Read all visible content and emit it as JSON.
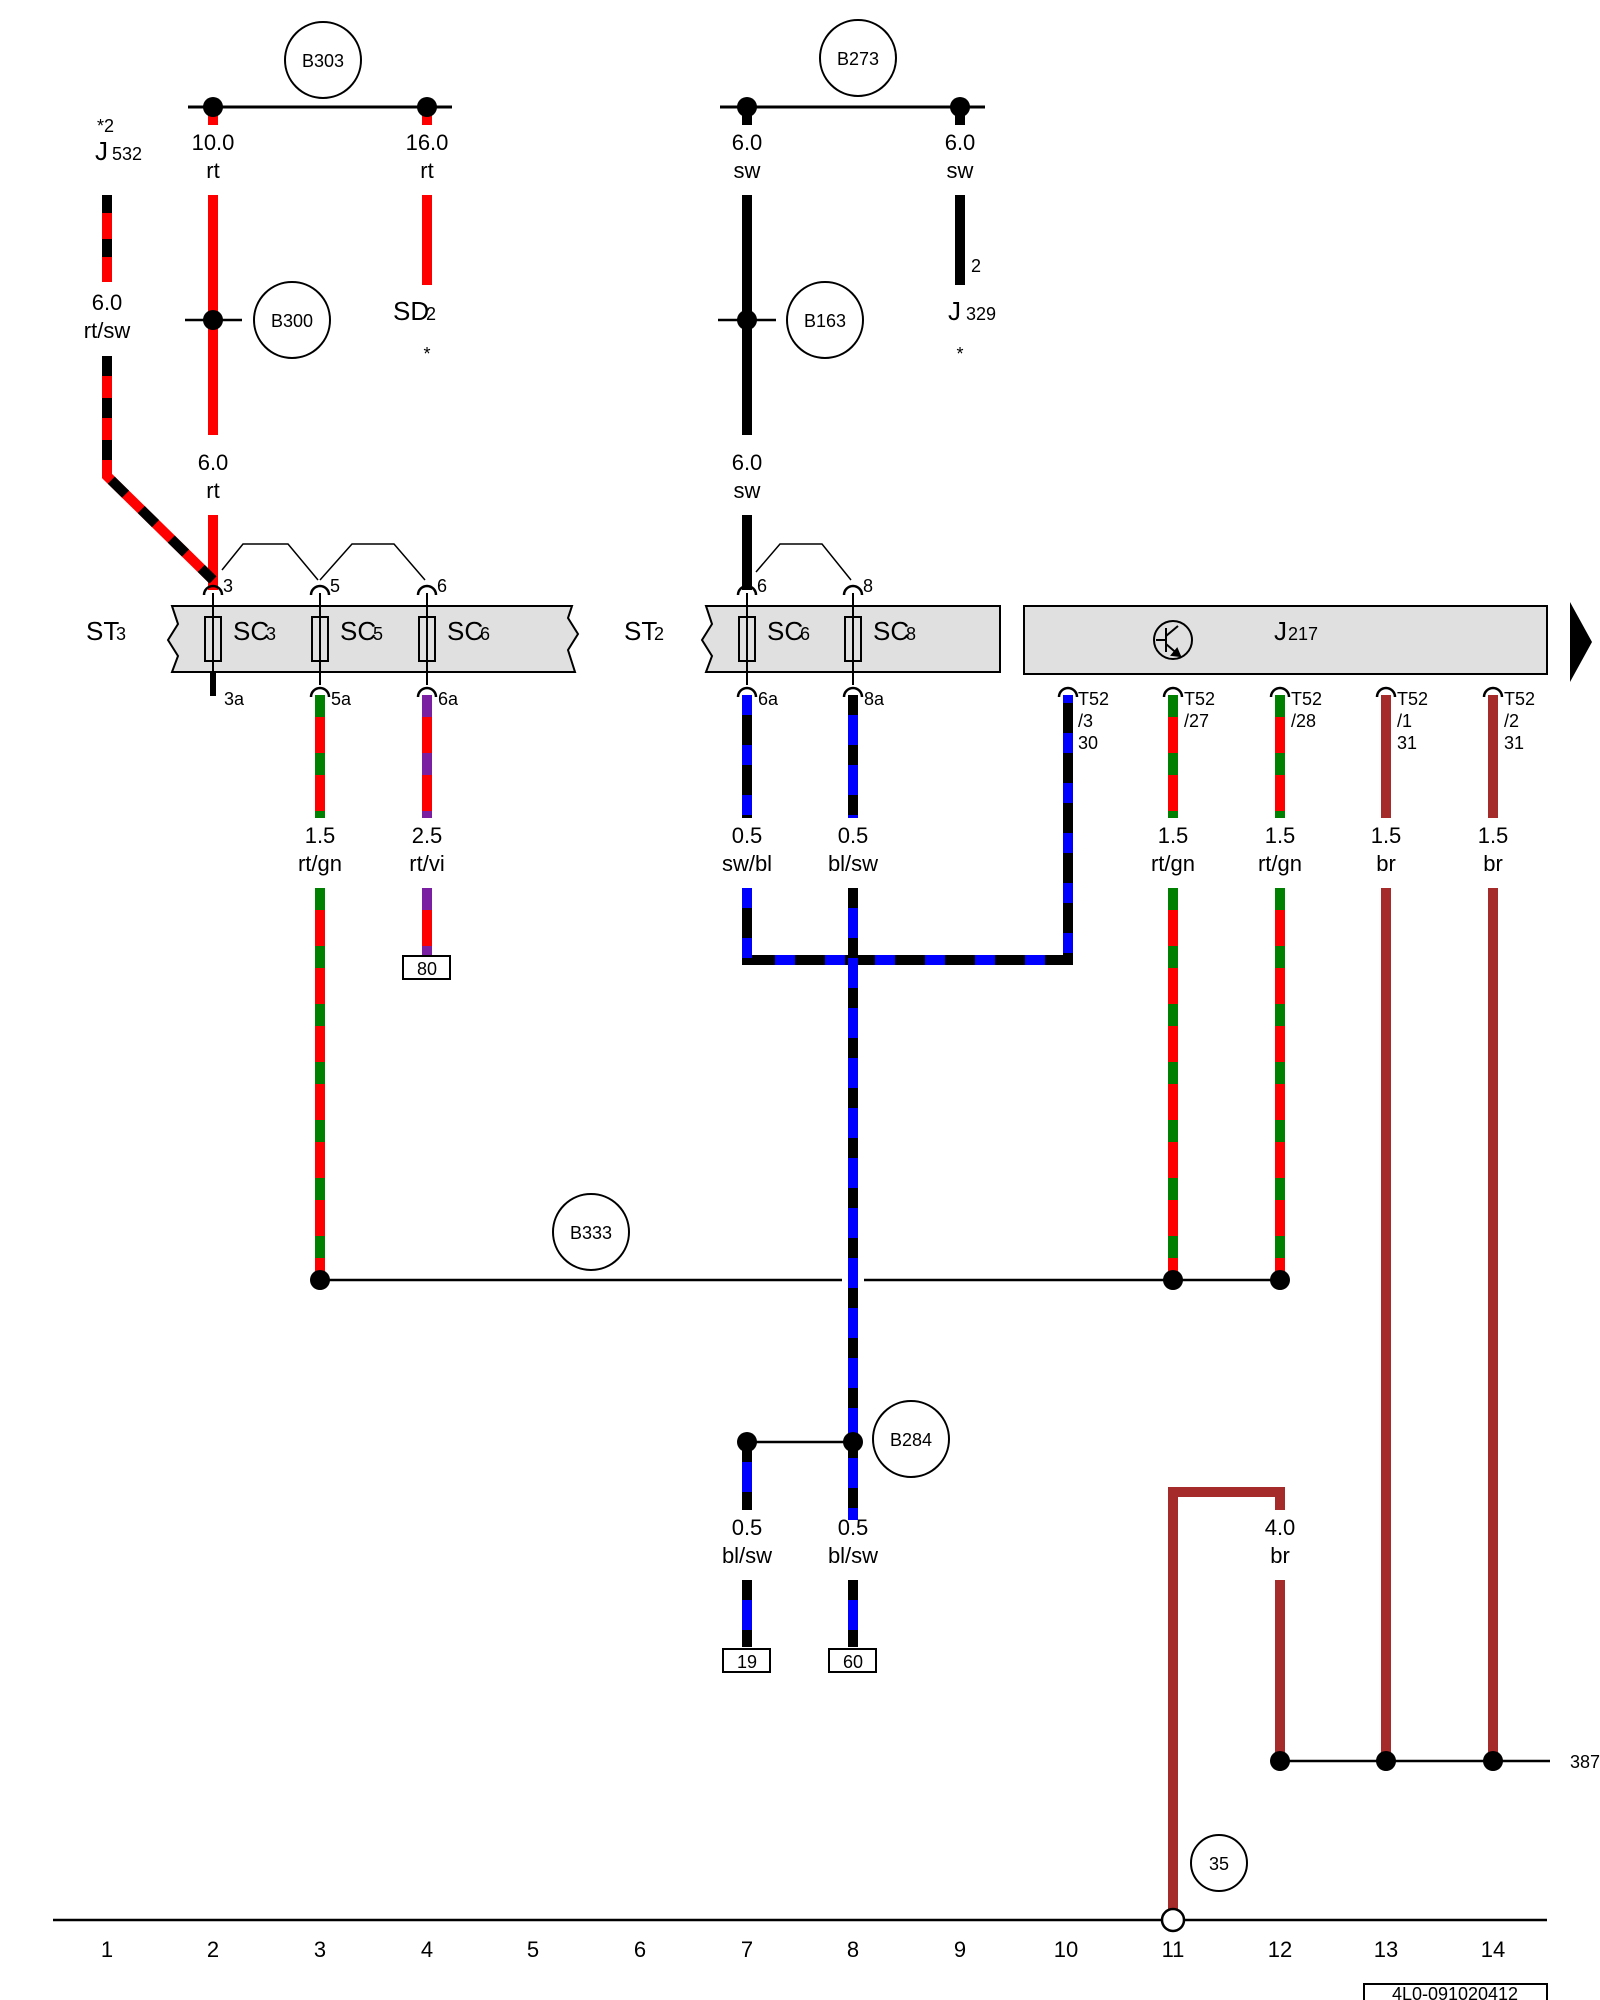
{
  "colors": {
    "rt": "#ff0000",
    "sw": "#000000",
    "bl": "#0000ff",
    "gn": "#008000",
    "vi": "#7a1fa2",
    "br": "#a52a2a",
    "module_fill": "#e0e0e0"
  },
  "diagram": {
    "doc_code": "4L0-091020412",
    "ref_387": "387"
  },
  "components": {
    "st3": {
      "name": "ST",
      "sub": "3"
    },
    "st2": {
      "name": "ST",
      "sub": "2"
    },
    "j217": {
      "name": "J",
      "sub": "217"
    },
    "j532": {
      "note": "*2",
      "name": "J",
      "sub": "532"
    },
    "sd2": {
      "name": "SD",
      "sub": "2",
      "star": "*"
    },
    "j329": {
      "name": "J",
      "sub": "329",
      "star": "*",
      "pin": "2"
    }
  },
  "fuses": [
    {
      "id": "sc3",
      "name": "SC",
      "sub": "3",
      "pin_top": "3",
      "pin_bottom": "3a"
    },
    {
      "id": "sc5",
      "name": "SC",
      "sub": "5",
      "pin_top": "5",
      "pin_bottom": "5a"
    },
    {
      "id": "sc6a",
      "name": "SC",
      "sub": "6",
      "pin_top": "6",
      "pin_bottom": "6a"
    },
    {
      "id": "sc6b",
      "name": "SC",
      "sub": "6",
      "pin_top": "6",
      "pin_bottom": "6a"
    },
    {
      "id": "sc8",
      "name": "SC",
      "sub": "8",
      "pin_top": "8",
      "pin_bottom": "8a"
    }
  ],
  "connectors_j217": [
    {
      "id": "t52-3-30",
      "lines": [
        "T52",
        "/3",
        "30"
      ]
    },
    {
      "id": "t52-27",
      "lines": [
        "T52",
        "/27"
      ]
    },
    {
      "id": "t52-28",
      "lines": [
        "T52",
        "/28"
      ]
    },
    {
      "id": "t52-1-31",
      "lines": [
        "T52",
        "/1",
        "31"
      ]
    },
    {
      "id": "t52-2-31",
      "lines": [
        "T52",
        "/2",
        "31"
      ]
    }
  ],
  "nodes": [
    "B303",
    "B273",
    "B300",
    "B163",
    "B333",
    "B284",
    "35"
  ],
  "wires": [
    {
      "id": "w-b303-1",
      "size": "10.0",
      "color": "rt"
    },
    {
      "id": "w-b303-2",
      "size": "16.0",
      "color": "rt"
    },
    {
      "id": "w-b273-1",
      "size": "6.0",
      "color": "sw"
    },
    {
      "id": "w-b273-2",
      "size": "6.0",
      "color": "sw"
    },
    {
      "id": "w-j532",
      "size": "6.0",
      "color": "rt/sw"
    },
    {
      "id": "w-rt-6",
      "size": "6.0",
      "color": "rt"
    },
    {
      "id": "w-sw-6",
      "size": "6.0",
      "color": "sw"
    },
    {
      "id": "w-sc5",
      "size": "1.5",
      "color": "rt/gn"
    },
    {
      "id": "w-sc6",
      "size": "2.5",
      "color": "rt/vi"
    },
    {
      "id": "w-sc6b",
      "size": "0.5",
      "color": "sw/bl"
    },
    {
      "id": "w-sc8",
      "size": "0.5",
      "color": "bl/sw"
    },
    {
      "id": "w-t27",
      "size": "1.5",
      "color": "rt/gn"
    },
    {
      "id": "w-t28",
      "size": "1.5",
      "color": "rt/gn"
    },
    {
      "id": "w-t1",
      "size": "1.5",
      "color": "br"
    },
    {
      "id": "w-t2",
      "size": "1.5",
      "color": "br"
    },
    {
      "id": "w-b284-l",
      "size": "0.5",
      "color": "bl/sw"
    },
    {
      "id": "w-b284-r",
      "size": "0.5",
      "color": "bl/sw"
    },
    {
      "id": "w-br4",
      "size": "4.0",
      "color": "br"
    }
  ],
  "boxes": [
    "80",
    "19",
    "60"
  ],
  "tracks": [
    "1",
    "2",
    "3",
    "4",
    "5",
    "6",
    "7",
    "8",
    "9",
    "10",
    "11",
    "12",
    "13",
    "14"
  ]
}
